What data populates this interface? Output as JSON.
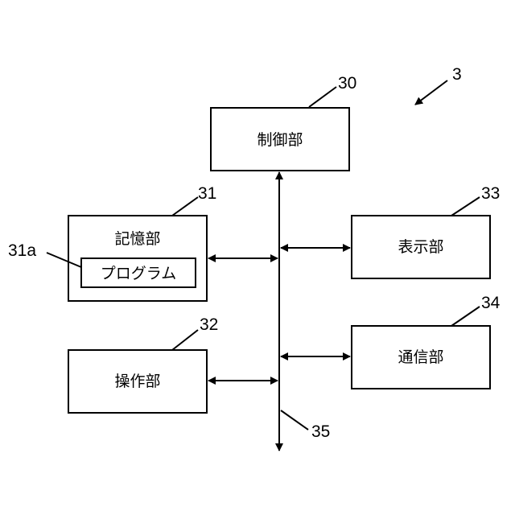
{
  "figure": {
    "ref": "3",
    "blocks": {
      "control": {
        "label": "制御部",
        "ref": "30"
      },
      "storage": {
        "label": "記憶部",
        "ref": "31"
      },
      "program": {
        "label": "プログラム",
        "ref": "31a"
      },
      "operation": {
        "label": "操作部",
        "ref": "32"
      },
      "display": {
        "label": "表示部",
        "ref": "33"
      },
      "communication": {
        "label": "通信部",
        "ref": "34"
      }
    },
    "bus": {
      "ref": "35"
    }
  }
}
